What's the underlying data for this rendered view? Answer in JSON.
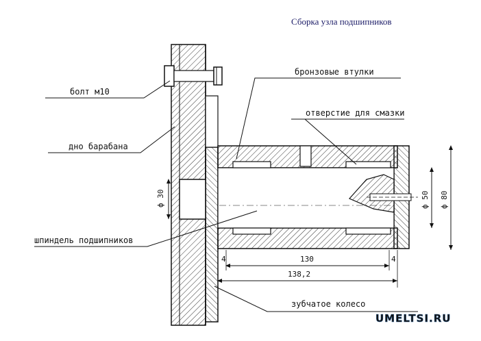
{
  "title": "Сборка узла подшипников",
  "labels": {
    "bolt": "болт м10",
    "drum_bottom": "дно барабана",
    "spindle": "шпиндель подшипников",
    "bronze_bushings": "бронзовые втулки",
    "lube_hole": "отверстие для смазки",
    "gear": "зубчатое колесо"
  },
  "dimensions": {
    "d30": "ф 30",
    "d50": "ф 50",
    "d80": "ф 80",
    "len_130": "130",
    "len_138": "138,2",
    "gap_left": "4",
    "gap_right": "4"
  },
  "watermark": "UMELTSI.RU",
  "colors": {
    "line": "#111111",
    "hatch": "#333333",
    "title": "#1a1a66",
    "watermark_fill": "#9fc2e6",
    "watermark_stroke": "#2d5d8f"
  }
}
